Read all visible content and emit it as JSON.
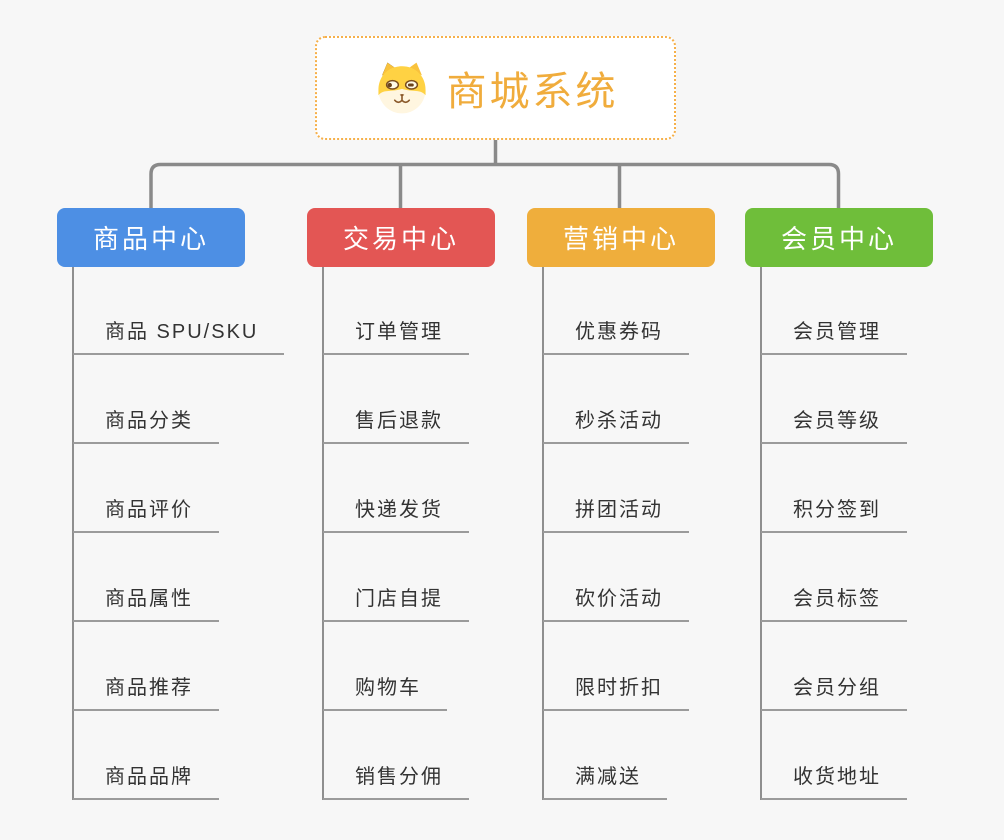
{
  "root": {
    "title": "商城系统",
    "icon": "doge-icon"
  },
  "branches": [
    {
      "label": "商品中心",
      "color": "#4d8fe4",
      "items": [
        "商品 SPU/SKU",
        "商品分类",
        "商品评价",
        "商品属性",
        "商品推荐",
        "商品品牌"
      ]
    },
    {
      "label": "交易中心",
      "color": "#e35654",
      "items": [
        "订单管理",
        "售后退款",
        "快递发货",
        "门店自提",
        "购物车",
        "销售分佣"
      ]
    },
    {
      "label": "营销中心",
      "color": "#efae3c",
      "items": [
        "优惠券码",
        "秒杀活动",
        "拼团活动",
        "砍价活动",
        "限时折扣",
        "满减送"
      ]
    },
    {
      "label": "会员中心",
      "color": "#6fbe3a",
      "items": [
        "会员管理",
        "会员等级",
        "积分签到",
        "会员标签",
        "会员分组",
        "收货地址"
      ]
    }
  ],
  "colors": {
    "background": "#f7f7f7",
    "root_border": "#f6b04a",
    "root_title": "#f0ac3c",
    "connector": "#8a8a8a",
    "leaf_underline": "#9b9b9b",
    "leaf_text": "#333333"
  }
}
